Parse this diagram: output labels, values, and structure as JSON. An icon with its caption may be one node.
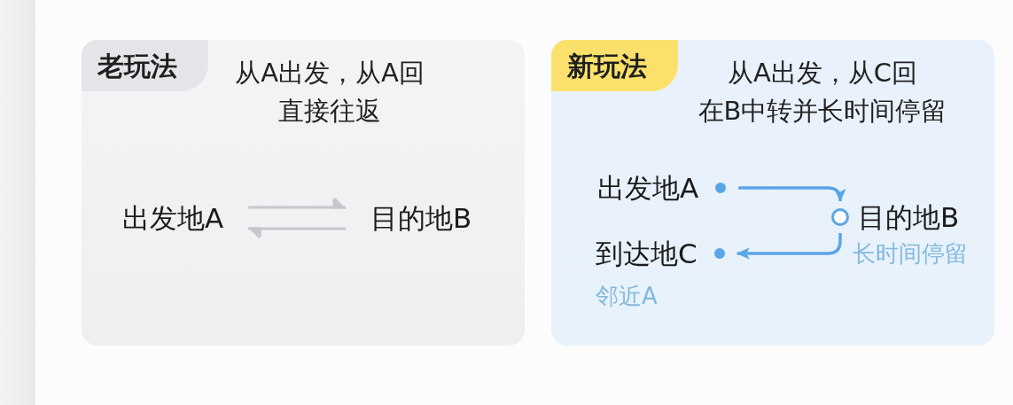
{
  "diagram": {
    "nodes": [
      {
        "text": [
          "老玩法",
          "从A出发，从A回",
          "直接往返"
        ]
      },
      {
        "text": [
          "出发地A"
        ],
        "in": 0
      },
      {
        "text": [
          "目的地B"
        ],
        "in": 0
      },
      {
        "text": [
          "新玩法",
          "从A出发，从C回",
          "在B中转并长时间停留"
        ]
      },
      {
        "text": [
          "出发地A"
        ],
        "in": 3
      },
      {
        "text": [
          "目的地B"
        ],
        "in": 3,
        "beside": [
          "长时间停留"
        ]
      },
      {
        "text": [
          "到达地C"
        ],
        "in": 3,
        "beside": [
          "邻近A"
        ]
      }
    ],
    "edges": [
      {
        "from": 1,
        "to": 2,
        "arrow": "to",
        "color": "#c6c6cc"
      },
      {
        "from": 2,
        "to": 1,
        "arrow": "to",
        "color": "#c6c6cc"
      },
      {
        "from": 4,
        "to": 5,
        "arrow": "to",
        "color": "#5aa5e8"
      },
      {
        "from": 5,
        "to": 6,
        "arrow": "to",
        "color": "#5aa5e8"
      }
    ]
  }
}
